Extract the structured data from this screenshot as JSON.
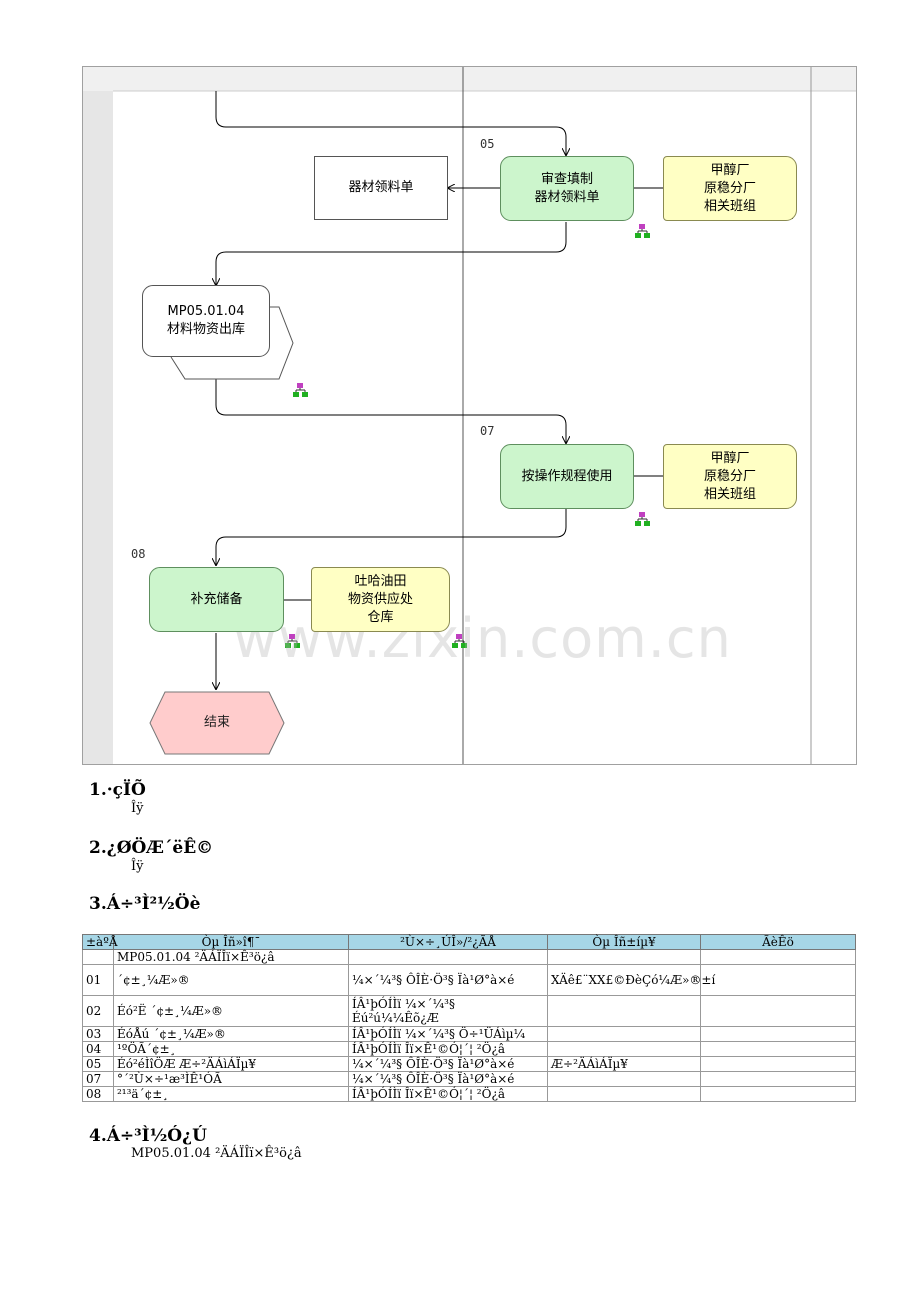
{
  "flowchart": {
    "watermark": "www.zixin.com.cn",
    "step_numbers": {
      "s05": "05",
      "s07": "07",
      "s08": "08"
    },
    "nodes": {
      "doc_form": "器材领料单",
      "review": "审查填制\n器材领料单",
      "role1": "甲醇厂\n原稳分厂\n相关班组",
      "subprocess": "MP05.01.04\n材料物资出库",
      "use": "按操作规程使用",
      "role2": "甲醇厂\n原稳分厂\n相关班组",
      "replenish": "补充储备",
      "warehouse": "吐哈油田\n物资供应处\n仓库",
      "end": "结束"
    },
    "colors": {
      "process": "#ccf5cc",
      "role": "#ffffc4",
      "end": "#ffcccc",
      "header": "#a6d6e6"
    }
  },
  "sections": {
    "s1_title": "1.·çÏÕ",
    "s1_body": "Îÿ",
    "s2_title": "2.¿ØÖÆ´ëÊ©",
    "s2_body": "Îÿ",
    "s3_title": "3.Á÷³Ì²½Öè",
    "s4_title": "4.Á÷³Ì½Ó¿Ú",
    "s4_body": "MP05.01.04 ²ÄÁÏÎï×Ê³ö¿â"
  },
  "table": {
    "headers": [
      "±àºÅ",
      "Òµ Îñ»î¶¯",
      "²Ù×÷¸ÚÎ»/²¿ÃÅ",
      "Òµ Îñ±íµ¥",
      "ÃèÊö"
    ],
    "rows": [
      [
        "",
        "MP05.01.04 ²ÄÁÏÎï×Ê³ö¿â",
        "",
        "",
        ""
      ],
      [
        "01",
        "´¢±¸¼Æ»®",
        "¼×´¼³§ Ô­ÎÈ·Ö³§ Ïà¹Ø°à×é",
        "XÄê£¨XX£©ÐèÇó¼Æ»®±í",
        ""
      ],
      [
        "02",
        "Éó²Ë ´¢±¸¼Æ»®",
        "ÍÂ¹þÓÍÌï ¼×´¼³§\nÉú²ú¼¼Êõ¿Æ",
        "",
        ""
      ],
      [
        "03",
        "ÉóÅú ´¢±¸¼Æ»®",
        "ÍÂ¹þÓÍÌï ¼×´¼³§ Ö÷¹ÜÁìµ¼",
        "",
        ""
      ],
      [
        "04",
        "¹ºÖÃ´¢±¸",
        "ÍÂ¹þÓÍÌï Îï×Ê¹©Ó¦´¦ ²Ö¿â",
        "",
        ""
      ],
      [
        "05",
        "Éó²éÌîÖÆ Æ÷²ÄÁìÁÏµ¥",
        "¼×´¼³§ Ô­ÎÈ·Ö³§ Ïà¹Ø°à×é",
        "Æ÷²ÄÁìÁÏµ¥",
        ""
      ],
      [
        "07",
        "°´²Ù×÷¹æ³ÌÊ¹ÓÃ",
        "¼×´¼³§ Ô­ÎÈ·Ö³§ Ïà¹Ø°à×é",
        "",
        ""
      ],
      [
        "08",
        "²¹³ä´¢±¸",
        "ÍÂ¹þÓÍÌï Îï×Ê¹©Ó¦´¦ ²Ö¿â",
        "",
        ""
      ]
    ]
  }
}
